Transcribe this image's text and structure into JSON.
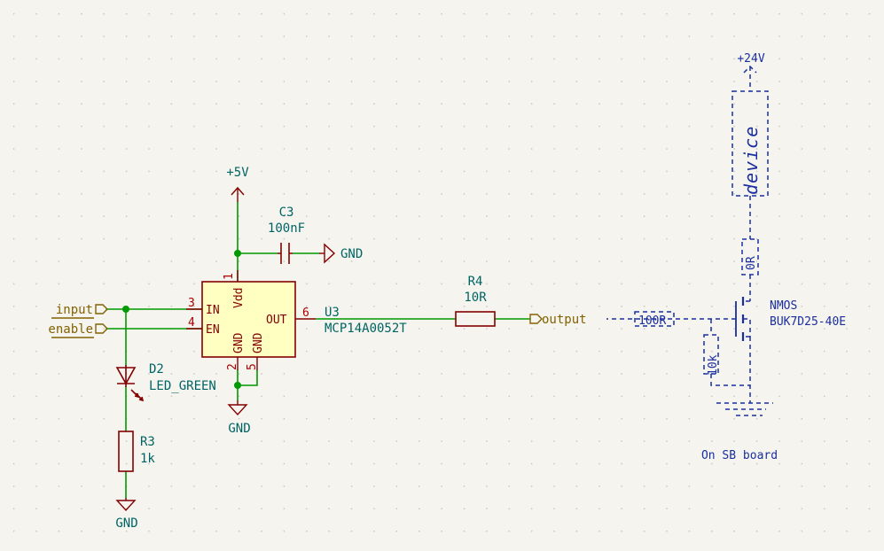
{
  "power": {
    "vcc5": "+5V",
    "vcc24": "+24V",
    "gnd": "GND"
  },
  "ports": {
    "input": "input",
    "enable": "enable",
    "output": "output"
  },
  "c3": {
    "ref": "C3",
    "value": "100nF"
  },
  "u3": {
    "ref": "U3",
    "part": "MCP14A0052T",
    "pins": {
      "in_num": "3",
      "in_name": "IN",
      "en_num": "4",
      "en_name": "EN",
      "vdd_num": "1",
      "vdd_name": "Vdd",
      "gnd2_num": "2",
      "gnd_name": "GND",
      "gnd5_num": "5",
      "out_num": "6",
      "out_name": "OUT"
    }
  },
  "r4": {
    "ref": "R4",
    "value": "10R"
  },
  "d2": {
    "ref": "D2",
    "value": "LED_GREEN"
  },
  "r3": {
    "ref": "R3",
    "value": "1k"
  },
  "offboard": {
    "device": "device",
    "r_series": "0R",
    "r_gate": "100R",
    "r_pulldown": "10k",
    "fet_type": "NMOS",
    "fet_part": "BUK7D25-40E",
    "note": "On SB board"
  }
}
